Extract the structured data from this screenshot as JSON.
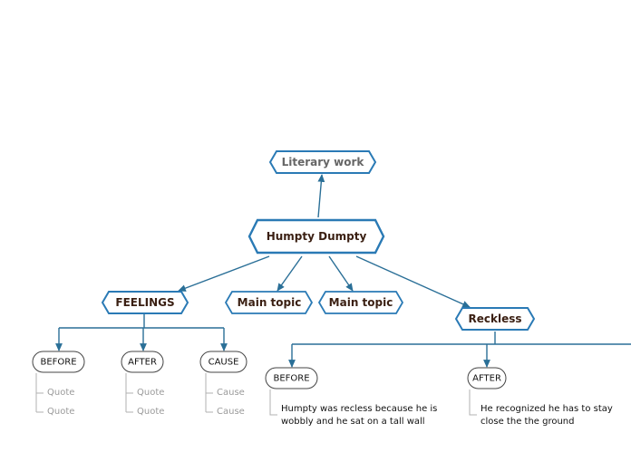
{
  "colors": {
    "line": "#2a6f97",
    "border": "#2a7ab5",
    "pill_border": "#444444",
    "sub_line": "#b0b0b0",
    "root_text": "#666666",
    "text": "#3a1f12"
  },
  "nodes": {
    "literary_work": "Literary work",
    "humpty_dumpty": "Humpty Dumpty",
    "feelings": "FEELINGS",
    "main_topic_1": "Main topic",
    "main_topic_2": "Main topic",
    "reckless": "Reckless"
  },
  "feelings": {
    "before": {
      "label": "BEFORE",
      "items": [
        "Quote",
        "Quote"
      ]
    },
    "after": {
      "label": "AFTER",
      "items": [
        "Quote",
        "Quote"
      ]
    },
    "cause": {
      "label": "CAUSE",
      "items": [
        "Cause",
        "Cause"
      ]
    }
  },
  "reckless": {
    "before": {
      "label": "BEFORE",
      "note": "Humpty was recless because he is wobbly and he sat on a tall wall"
    },
    "after": {
      "label": "AFTER",
      "note": "He recognized he has to stay close the the ground"
    }
  }
}
